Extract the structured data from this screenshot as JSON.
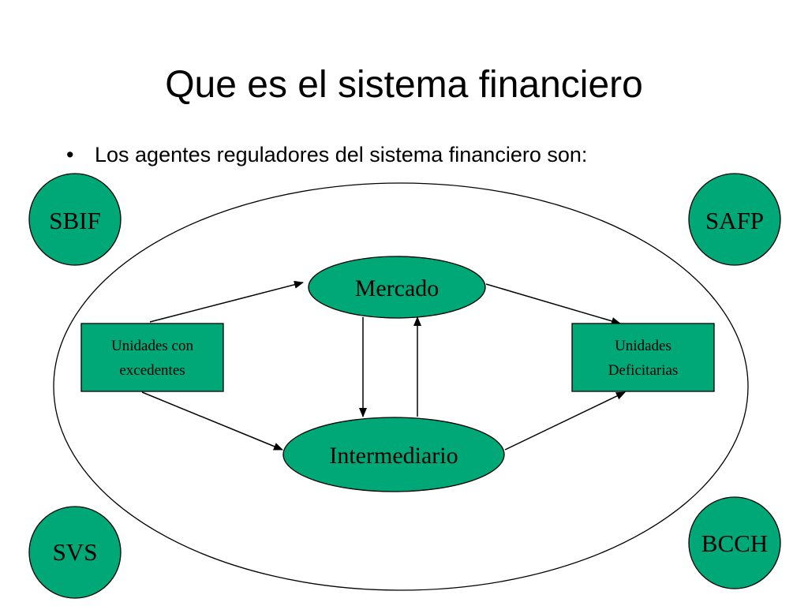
{
  "slide": {
    "title": "Que es el sistema financiero",
    "bullet_symbol": "•",
    "bullet_text": "Los agentes reguladores del sistema financiero son:"
  },
  "diagram": {
    "regulators": {
      "top_left": "SBIF",
      "top_right": "SAFP",
      "bottom_left": "SVS",
      "bottom_right": "BCCH"
    },
    "nodes": {
      "mercado": "Mercado",
      "intermediario": "Intermediario",
      "surplus_line1": "Unidades con",
      "surplus_line2": "excedentes",
      "deficit_line1": "Unidades",
      "deficit_line2": "Deficitarias"
    },
    "colors": {
      "node_fill": "#00a878",
      "stroke": "#000000",
      "background": "#ffffff"
    }
  }
}
